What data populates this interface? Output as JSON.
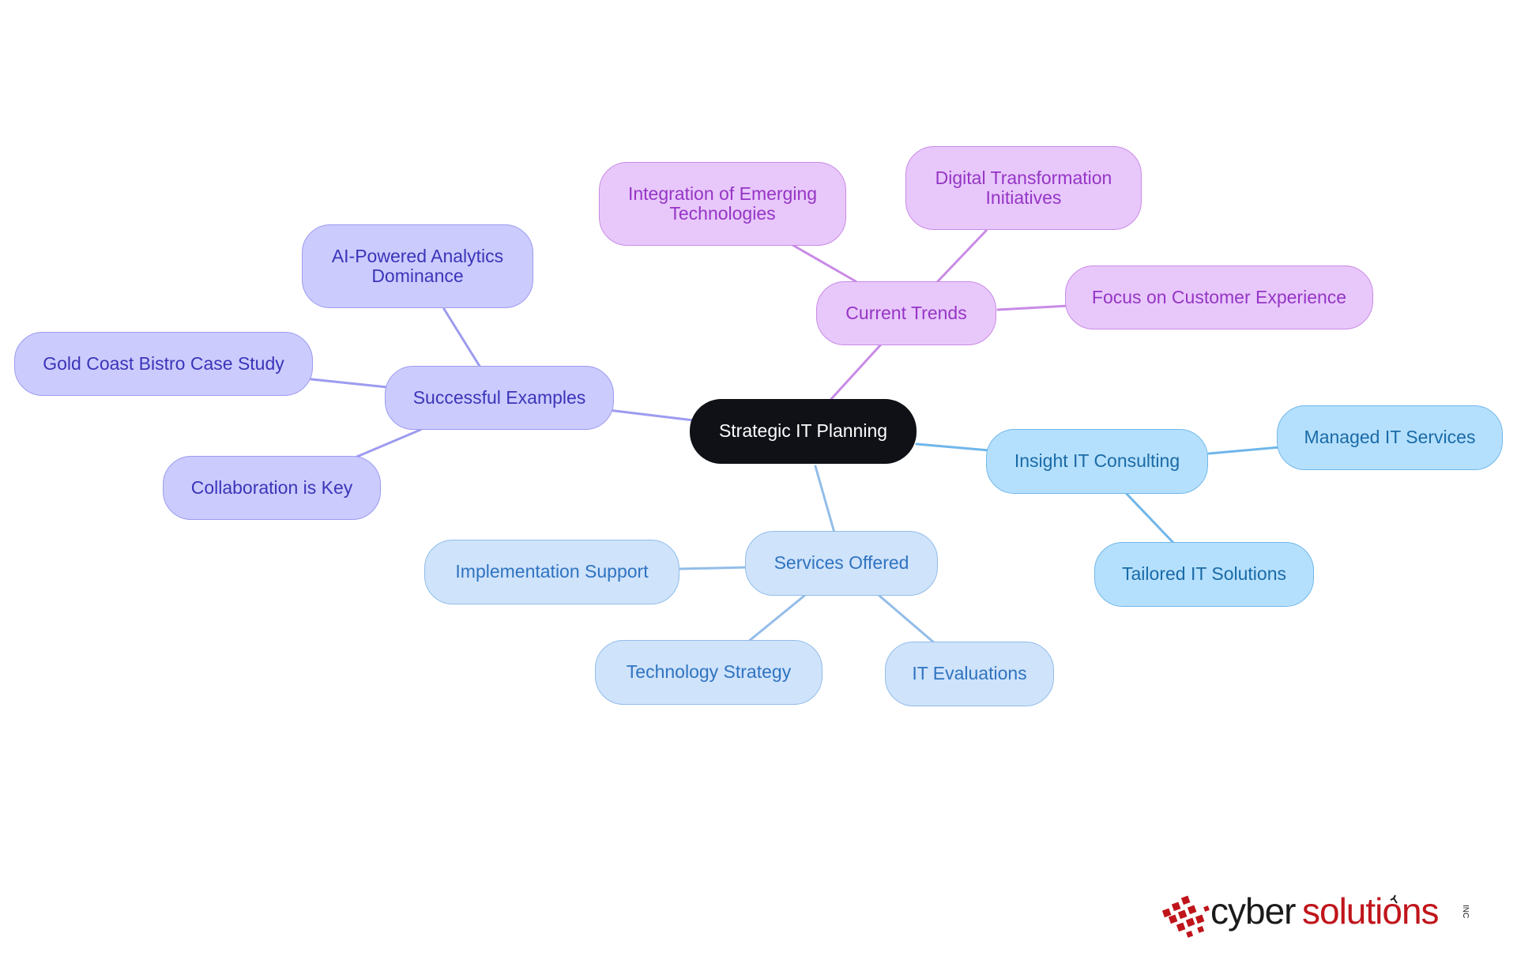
{
  "colors": {
    "violet_line": "#c98ae6",
    "indigo_line": "#9d9bef",
    "sky_line": "#6fb6ea",
    "pale_line": "#93bde9",
    "logo_red": "#c0141b",
    "logo_black": "#1a1a1a"
  },
  "nodes": {
    "root": "Strategic IT Planning",
    "current_trends": "Current Trends",
    "integration": "Integration of Emerging\nTechnologies",
    "digital": "Digital Transformation\nInitiatives",
    "customer": "Focus on Customer Experience",
    "successful": "Successful Examples",
    "ai": "AI-Powered Analytics\nDominance",
    "gold": "Gold Coast Bistro Case Study",
    "collab": "Collaboration is Key",
    "insight": "Insight IT Consulting",
    "managed": "Managed IT Services",
    "tailored": "Tailored IT Solutions",
    "services": "Services Offered",
    "implementation": "Implementation Support",
    "techstrategy": "Technology Strategy",
    "evaluations": "IT Evaluations"
  },
  "logo": {
    "word_cyber": "cyber",
    "word_solutions": "solutions",
    "suffix": "INC"
  }
}
